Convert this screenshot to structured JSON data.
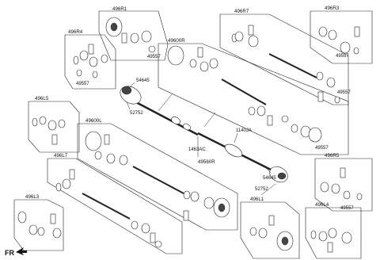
{
  "diagram": {
    "groups": {
      "g496R1": "496R1",
      "g496R4": "496R4",
      "g49600R": "49600R",
      "g496R7": "496R7",
      "g496R3": "496R3",
      "g496L5": "496L5",
      "g49600L": "49600L",
      "g496L7": "496L7",
      "g496L3": "496L3",
      "g49560R": "49560R",
      "g496R5": "496R5",
      "g496L1": "496L1",
      "g496L4": "496L4"
    },
    "callouts": {
      "c54645a": "54645",
      "c52752a": "52752",
      "c1140JA": "1140JA",
      "c1463AC": "1463AC",
      "c54645b": "54645",
      "c52752b": "52752",
      "c49557": "49557"
    },
    "direction_label": "FR"
  }
}
